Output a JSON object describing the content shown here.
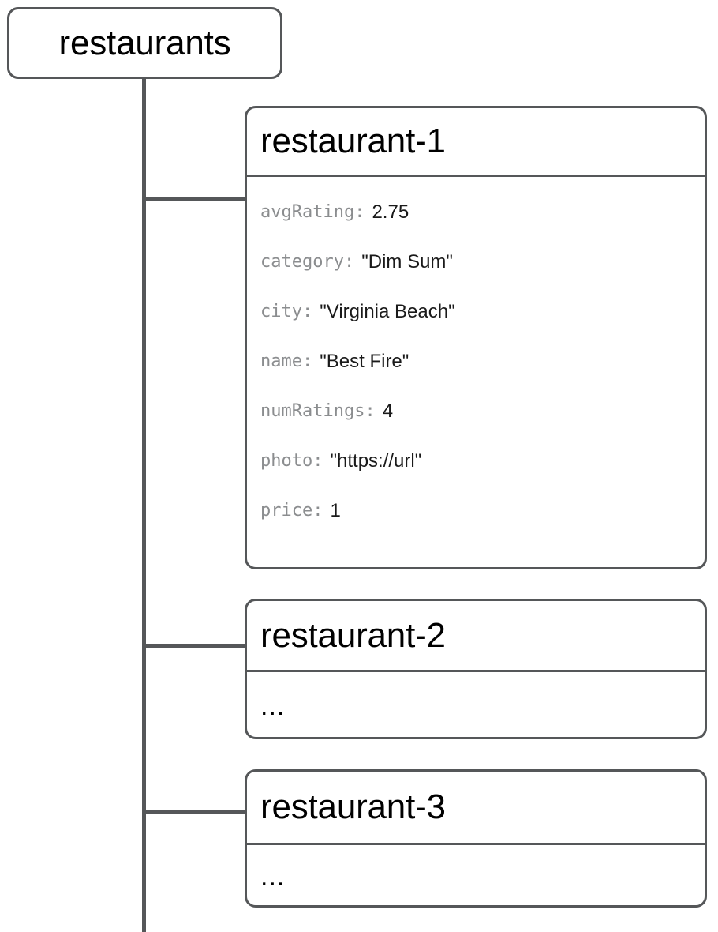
{
  "diagram": {
    "type": "tree",
    "root": {
      "label": "restaurants",
      "kind": "collection"
    },
    "colors": {
      "line": "#555759",
      "box_border": "#555759",
      "background": "#ffffff",
      "field_key": "#8b8d8f",
      "field_value": "#1a1a1a",
      "title": "#000000"
    },
    "children": [
      {
        "title": "restaurant-1",
        "kind": "document",
        "expanded": true,
        "fields": [
          {
            "key": "avgRating:",
            "value": "2.75"
          },
          {
            "key": "category:",
            "value": "\"Dim Sum\""
          },
          {
            "key": "city:",
            "value": "\"Virginia Beach\""
          },
          {
            "key": "name:",
            "value": "\"Best Fire\""
          },
          {
            "key": "numRatings:",
            "value": "4"
          },
          {
            "key": "photo:",
            "value": "\"https://url\""
          },
          {
            "key": "price:",
            "value": "1"
          }
        ]
      },
      {
        "title": "restaurant-2",
        "kind": "document",
        "expanded": false,
        "stub": "...",
        "fields": []
      },
      {
        "title": "restaurant-3",
        "kind": "document",
        "expanded": false,
        "stub": "...",
        "fields": []
      }
    ]
  }
}
